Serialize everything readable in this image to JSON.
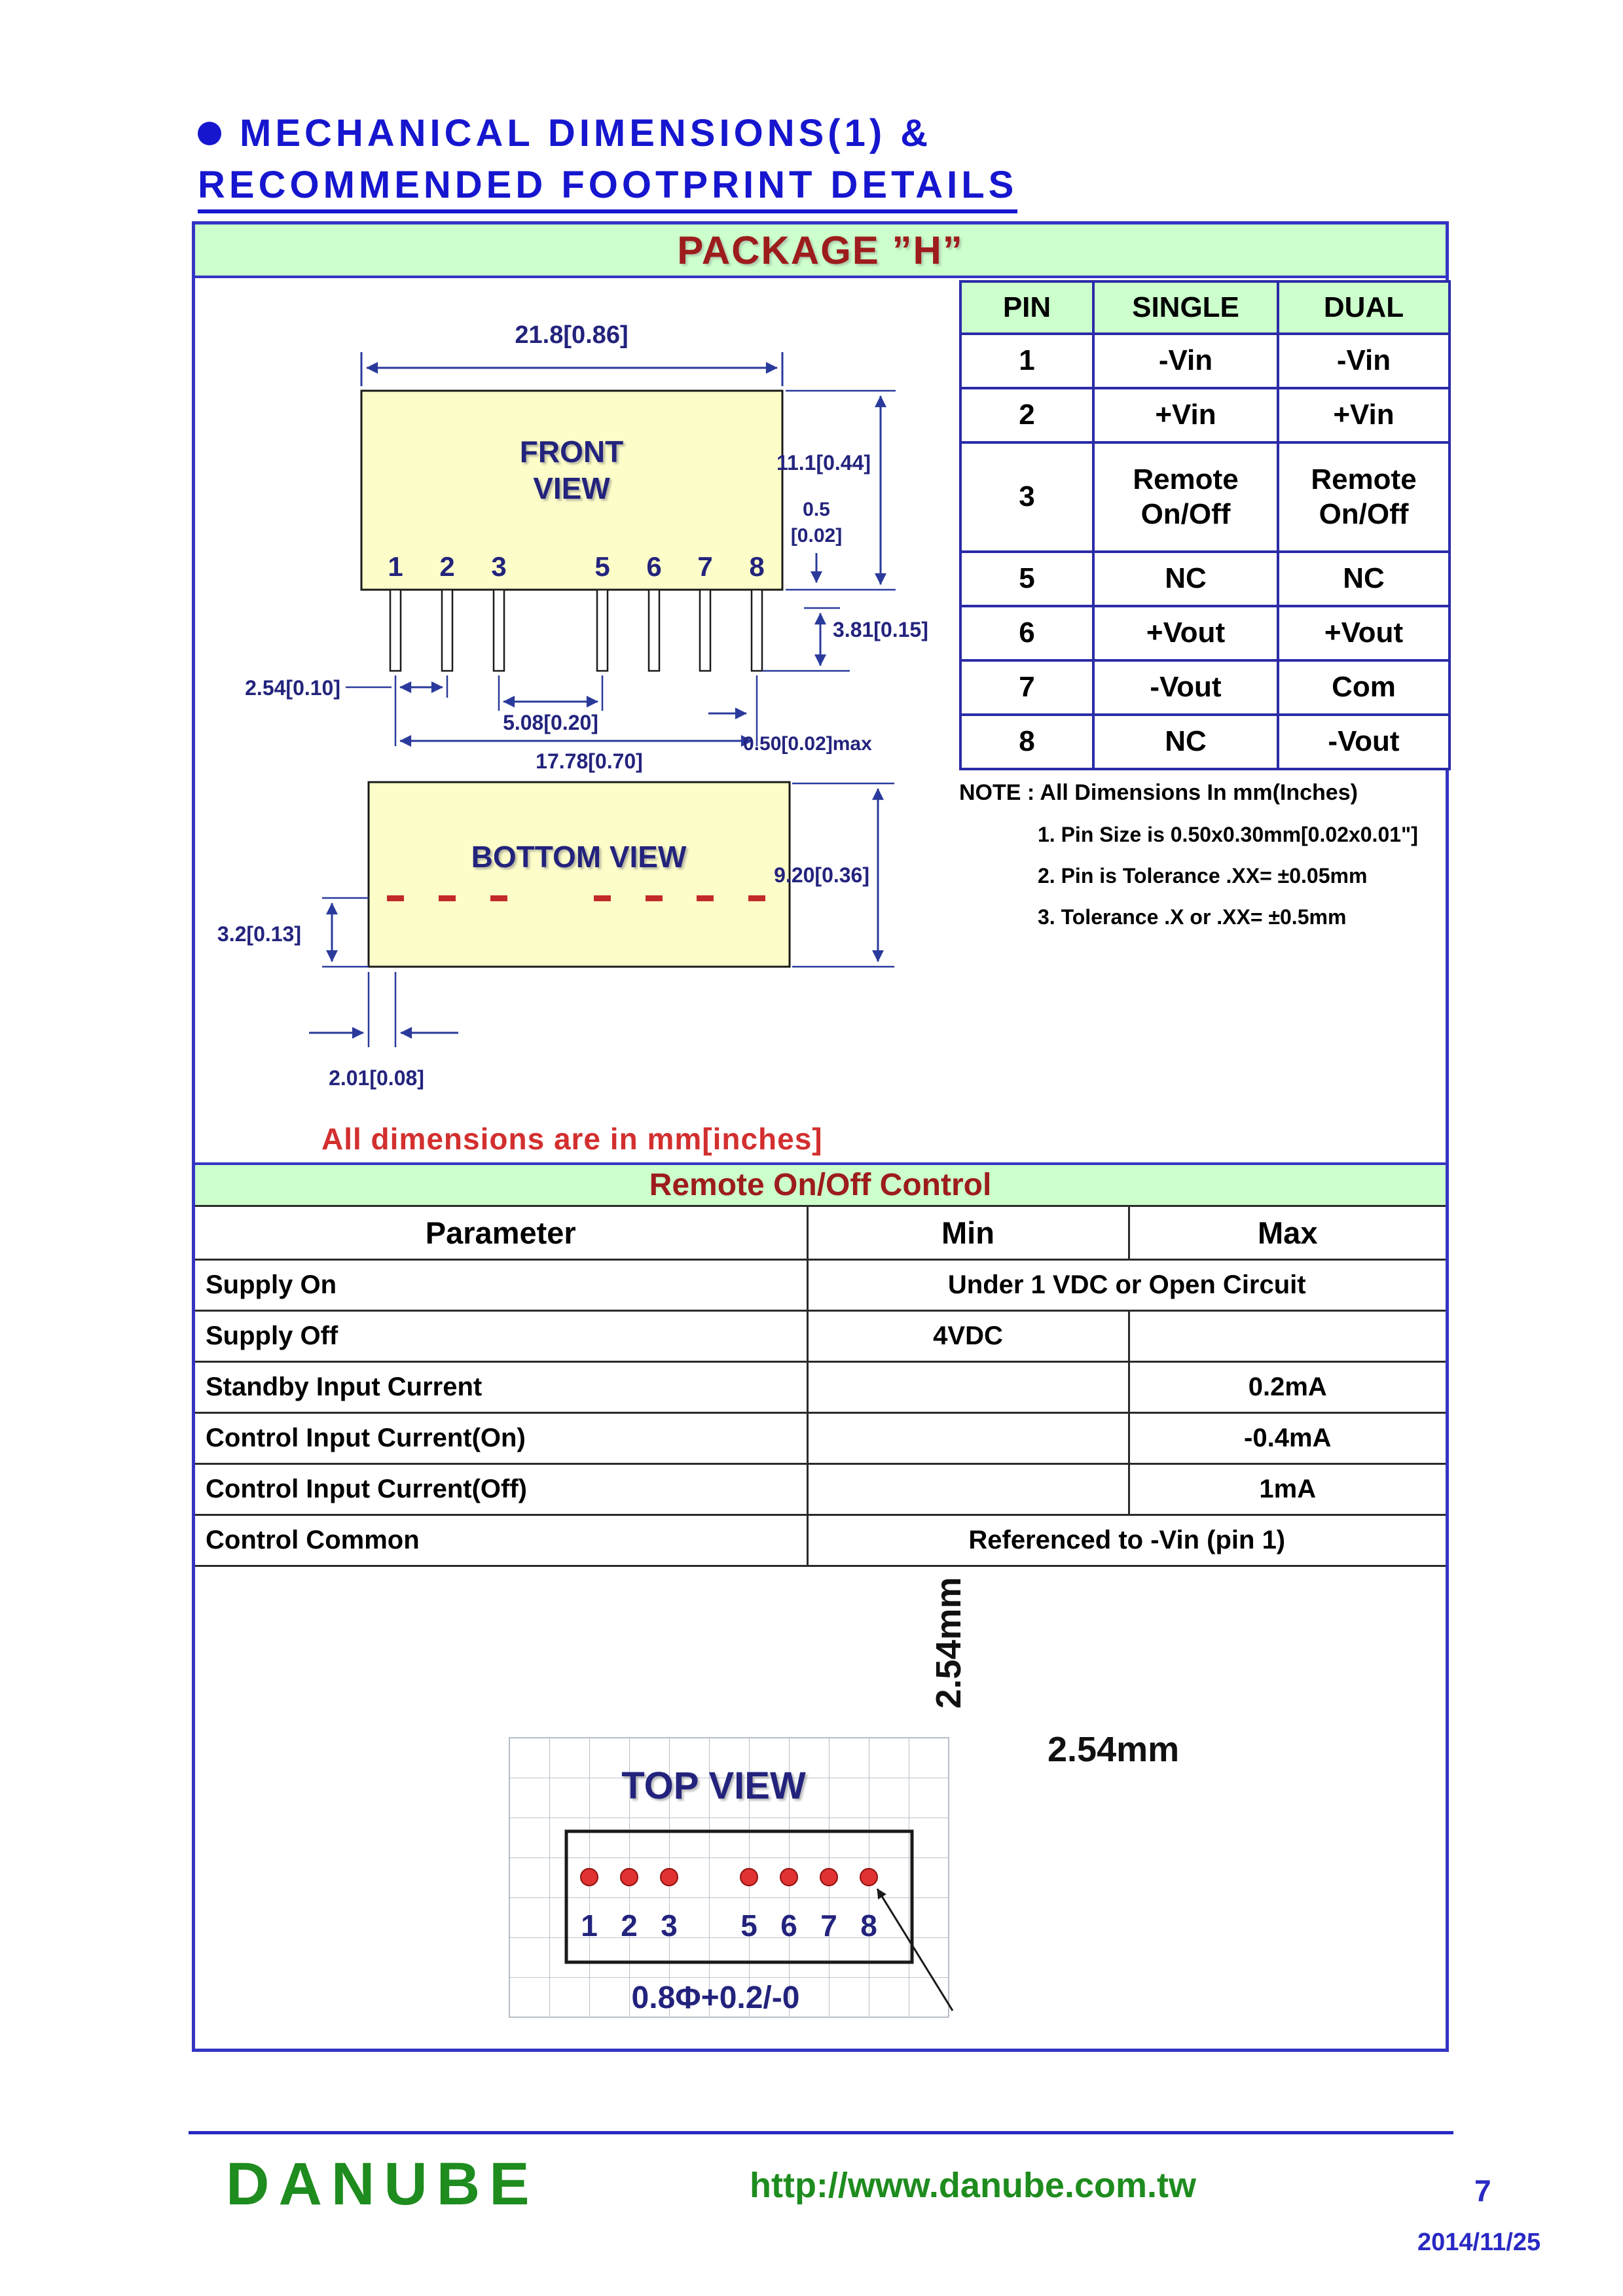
{
  "page": {
    "heading_line1": "MECHANICAL DIMENSIONS(1) &",
    "heading_line2": "RECOMMENDED FOOTPRINT DETAILS",
    "dimensions_note": "All dimensions are in mm[inches]"
  },
  "package": {
    "title": "PACKAGE ”H”"
  },
  "front_view": {
    "title_line1": "FRONT",
    "title_line2": "VIEW",
    "pins": [
      "1",
      "2",
      "3",
      "5",
      "6",
      "7",
      "8"
    ],
    "dims": {
      "body_width": "21.8[0.86]",
      "body_height": "11.1[0.44]",
      "standoff_value": "0.5",
      "standoff_inches": "[0.02]",
      "pin_length": "3.81[0.15]",
      "pin_pitch": "2.54[0.10]",
      "gap_pitch": "5.08[0.20]",
      "pin_span": "17.78[0.70]",
      "pin_width": "0.50[0.02]max"
    }
  },
  "bottom_view": {
    "title": "BOTTOM VIEW",
    "dims": {
      "body_depth": "9.20[0.36]",
      "edge_offset": "3.2[0.13]",
      "pin_offset": "2.01[0.08]"
    }
  },
  "pin_table": {
    "headers": [
      "PIN",
      "SINGLE",
      "DUAL"
    ],
    "rows": [
      {
        "pin": "1",
        "single": "-Vin",
        "dual": "-Vin"
      },
      {
        "pin": "2",
        "single": "+Vin",
        "dual": "+Vin"
      },
      {
        "pin": "3",
        "single": "Remote On/Off",
        "dual": "Remote On/Off"
      },
      {
        "pin": "5",
        "single": "NC",
        "dual": "NC"
      },
      {
        "pin": "6",
        "single": "+Vout",
        "dual": "+Vout"
      },
      {
        "pin": "7",
        "single": "-Vout",
        "dual": "Com"
      },
      {
        "pin": "8",
        "single": "NC",
        "dual": "-Vout"
      }
    ]
  },
  "notes": {
    "title": "NOTE : All Dimensions In mm(Inches)",
    "items": [
      "1. Pin Size is 0.50x0.30mm[0.02x0.01\"]",
      "2. Pin is Tolerance .XX= ±0.05mm",
      "3. Tolerance .X  or  .XX= ±0.5mm"
    ]
  },
  "remote_control": {
    "title": "Remote On/Off Control",
    "headers": [
      "Parameter",
      "Min",
      "Max"
    ],
    "rows": [
      {
        "parameter": "Supply On",
        "span": "Under 1 VDC or Open Circuit"
      },
      {
        "parameter": "Supply Off",
        "min": "4VDC",
        "max": ""
      },
      {
        "parameter": "Standby Input Current",
        "min": "",
        "max": "0.2mA"
      },
      {
        "parameter": "Control Input Current(On)",
        "min": "",
        "max": "-0.4mA"
      },
      {
        "parameter": "Control Input Current(Off)",
        "min": "",
        "max": "1mA"
      },
      {
        "parameter": "Control Common",
        "span": "Referenced to -Vin (pin 1)"
      }
    ]
  },
  "top_view": {
    "title": "TOP VIEW",
    "pins": [
      "1",
      "2",
      "3",
      "5",
      "6",
      "7",
      "8"
    ],
    "dims": {
      "pitch_vertical": "2.54mm",
      "pitch_horizontal": "2.54mm",
      "hole": "0.8Φ+0.2/-0"
    }
  },
  "footer": {
    "brand": "DANUBE",
    "url": "http://www.danube.com.tw",
    "page_number": "7",
    "date": "2014/11/25"
  },
  "colors": {
    "accent_blue": "#3434c4",
    "title_blue": "#1616cf",
    "header_red": "#9d1c1c",
    "green_band": "#ccffcc",
    "body_yellow": "#fdfdc9",
    "diagram_navy": "#23237d",
    "dimension_blue": "#2a3a9c",
    "note_red": "#d32f2f",
    "brand_green": "#1e8c1e",
    "hole_red": "#e03232"
  }
}
